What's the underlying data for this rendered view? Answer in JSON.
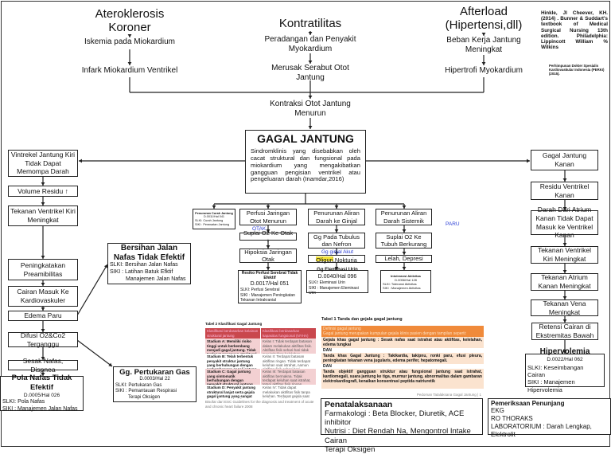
{
  "causes": {
    "a_title": "Ateroklerosis Koroner",
    "a1": "Iskemia pada Miokardium",
    "a2": "Infark Miokardium Ventrikel",
    "k_title": "Kontratilitas",
    "k1": "Peradangan dan Penyakit Myokardium",
    "k2": "Merusak Serabut Otot Jantung",
    "k3": "Kontraksi Otot Jantung Menurun",
    "h_title": "Afterload (Hipertensi,dll)",
    "h1": "Beban Kerja Jantung Meningkat",
    "h2": "Hipertrofi Myokardium"
  },
  "references": [
    "Hinkle, Jl Cheever, KH. (2014) . Bunner & Suddart's textbook of Medical Surgical Nursing 13th edition. Philadelphia: Lippincott William % Wilkins",
    "Perhimpunan Dokter Spesialis Kardiovaskular Indonesia (PERKI)(2015)."
  ],
  "center": {
    "title": "GAGAL JANTUNG",
    "desc": "Sindromklinis yang disebabkan oleh cacat struktural dan fungsional pada miokardium yang mengakibatkan gangguan pengisian ventrikel atau pengeluaran darah (Inamdar,2016)"
  },
  "left": [
    "Vintrekel Jantung Kiri Tidak Dapat Memompa Darah",
    "Volume Residu ↑",
    "Tekanan Ventrikel Kiri Meningkat",
    "Peningkatakan Preamibilitas",
    "Cairan Masuk Ke Kardiovaskuler",
    "Edema Paru",
    "Difusi O2&Co2 Terganggu",
    "Sesak Nafas, Dispnea"
  ],
  "pola": {
    "title": "Pola Nafas Tidak Efektif",
    "code": "D.0005/Hal 026",
    "slki": "SLKI: Pola Nafas",
    "siki": "SIKI : Manajemen Jalan Nafas"
  },
  "bersihan": {
    "title": "Bersihan Jalan Nafas Tidak Efektif",
    "slki": "SLKI: Bersihan Jalan Nafas",
    "siki": "SIKI : Latihan Batuk Efktif",
    "siki2": "Manajemen Jalan Nafas"
  },
  "gas": {
    "title": "Gg. Pertukaran Gas",
    "code": "D.0003/Hal 22",
    "slki": "SLKI: Pertukaran Gas",
    "siki": "SIKI : Pemantauan Respirasi",
    "siki2": "Terapi Oksigen"
  },
  "curah": {
    "title": "Penurunan Curah Jantung",
    "code": "D.0011/Hal 041",
    "slki": "SLKI: Curah Jantung",
    "siki": "SIKI : Perawatan Jantung"
  },
  "perfusi": {
    "b1": "Perfusi Jaringan Otot Menurun",
    "note": "OTAK",
    "b2": "Suplai O2 Ke Otak ↓",
    "b3": "Hipoksia Jaringan Otak",
    "title": "Resiko Perfusi Serebral Tidak Efektif",
    "code": "D.0017/Hal 051",
    "slki": "SLKI: Perfusi Serebral",
    "siki": "SIKI : Manajemen Peningkatan Tekanan Intrakranial"
  },
  "ginjal": {
    "b1": "Penurunan Aliran Darah ke Ginjal",
    "b2": "Gg Pada Tubulus dan Nefron",
    "note": "Gg ginjal Akut",
    "b3a": "Oliguri",
    "b3b": ",Nokturia",
    "title": "Gg Eleminasi Urin",
    "code": "D.0040/Hal 096",
    "slki": "SLKI: Eleminasi Urin",
    "siki": "SIKI : Manajemen Eleminasi Urin"
  },
  "sistemik": {
    "b1": "Penurunan Aliran Darah Sistemik",
    "b2": "Suplai O2 Ke Tubuh Berkurang",
    "b3": "Lelah, Depresi",
    "title": "Intoleransi Aktivitas",
    "code": "D.0056/Hal 128",
    "slki": "SLKI: Toleransi Aktivitas",
    "siki": "SIKI : Manajemen Aktivitas"
  },
  "paru_note": "PARU",
  "right": [
    "Gagal Jantung Kanan",
    "Residu Ventrikel Kanan",
    "Darah Dari Atrium Kanan Tidak Dapat Masuk ke Ventrikel Kanan",
    "Tekanan Ventrikel Kiri Meningkat",
    "Tekanan Atrium Kanan Meningkat",
    "Tekanan Vena Meningkat",
    "Retensi Cairan di Ekstremitas Bawah"
  ],
  "hiper": {
    "title": "Hipervolemia",
    "code": "D.0022/Hal 062",
    "slki": "SLKI: Keseimbangan Cairan",
    "siki": "SIKI : Manajemen Hipervolemia"
  },
  "table2": {
    "title": "Tabel 2 Klasifikasi Gagal Jantung",
    "headers": [
      "Klasifikasi berdasarkan kelainan struktural jantung",
      "Klasifikasi berdasarkan kapasitas fungsional (NYHA)"
    ],
    "rows": [
      [
        "Stadium A: Memiliki risiko tinggi untuk berkembang menjadi gagal jantung. Tidak terdapat gangguan struktural atau fungsional jantung, tidak terdapat tanda atau gejala",
        "Kelas I: Tidak terdapat batasan dalam melakukan aktifitas fisik. Aktifitas fisik sehari-hari tidak menimbulkan kelelahan, palpitasi atau sesak nafas"
      ],
      [
        "Stadium B: Telah terbentuk penyakit struktur jantung yang berhubungan dengan perkembangan gagal jantung, tidak terdapat tanda atau gejala",
        "Kelas II: Terdapat batasan aktifitas ringan. Tidak terdapat keluhan saat istrahat, namun aktifitas fisik sehari-hari menimbulkan kelelahan, palpitasi atau sesak nafas"
      ],
      [
        "Stadium C: Gagal jantung yang simtomatik berhubungan dengan penyakit struktural jantung yang mendasari",
        "Kelas III: Terdapat batasan aktifitas bermakna. Tidak terdapat keluhan saat istrahat, tetapi aktfitas fisik ringan menyebabkan kelelahan, palpitasi atau sesak"
      ],
      [
        "Stadium D: Penyakit jantung struktural lanjut serta gejala gagal jantung yang sangat bermakna saat istrahat walaupun sudah mendapat terapi medis maksimal (refrakter)",
        "Kelas IV: Tidak dapat melakukan aktifitas fisik tanpa keluhan. Terdapat gejala saat istrahat. Keluhan meningkat saat melakukan aktifitas"
      ]
    ],
    "source": "Bisofar dari ESC Guidelines for the diagnosis and treatment of acute and chronic heart failure 2008"
  },
  "table1": {
    "title": "Tabel 1 Tanda dan gejala gagal jantung",
    "head1": "Definisi gagal jantung",
    "head2": "Gagal jantung merupakan kumpulan gejala klinis pasien dengan tampilan seperti:",
    "r1": "Gejala khas gagal jantung : Sesak nafas saat istrahat atau aktifitas, kelelahan, edema tungkai",
    "dan": "DAN",
    "r2": "Tanda khas Gagal Jantung : Takikardia, takipnu, ronki paru, efusi pleura, peningkatan tekanan vena jugularis, edema perifer, hepatomegali.",
    "r3": "Tanda objektif gangguan struktur atau fungsional jantung saat istrahat, kardiomegali, suara jantung ke tiga, murmur jantung, abnormalitas dalam gambaran elektrokardiografi, kenaikan konsentrasi peptida natriuretik"
  },
  "footer": "Pedoman Tatalaksana Gagal Jantung | 1",
  "penatalaksanaan": {
    "title": "Penatalaksanaan",
    "l1": "Farmakologi : Beta Blocker, Diuretik, ACE inhibitor",
    "l2": "Nutrisi : Diet Rendah Na, Mengontrol Intake Cairan",
    "l3": "Terapi Oksigen"
  },
  "penunjang": {
    "title": "Pemeriksaan Penunjang",
    "l1": "EKG",
    "l2": "RO THORAKS",
    "l3": "LABORATORIUM : Darah Lengkap, Elektrolit"
  },
  "colors": {
    "table_red": "#c9474d",
    "table_pink": "#f3d0d2",
    "table_orange": "#f08a3a",
    "table_peach": "#fbe3cf",
    "highlight": "#f2e23a",
    "note_blue": "#2b3fd6"
  }
}
